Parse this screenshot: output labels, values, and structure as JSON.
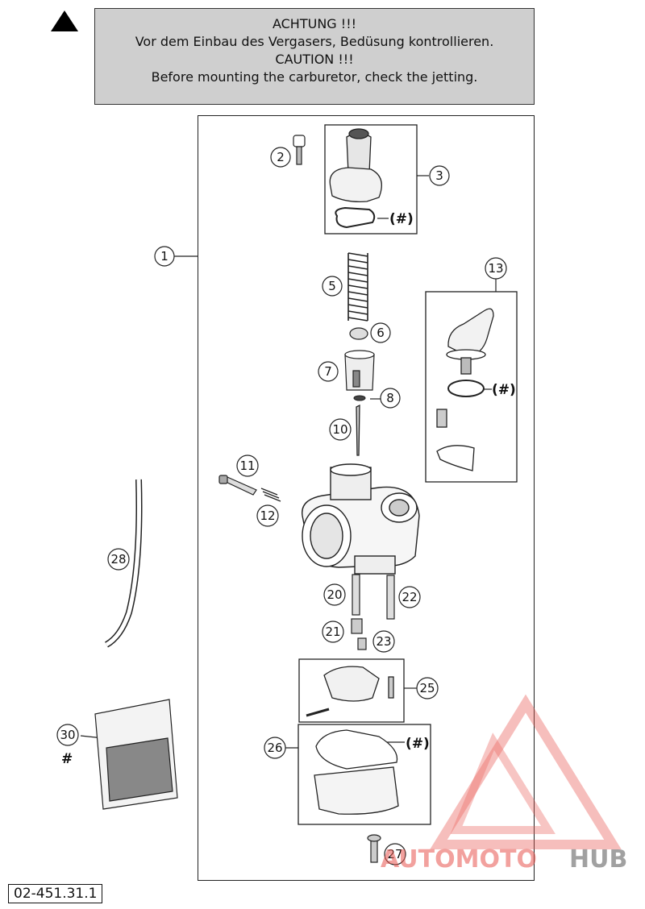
{
  "warning": {
    "line1": "ACHTUNG !!!",
    "line2": "Vor dem Einbau des Vergasers, Bedüsung kontrollieren.",
    "line3": "CAUTION !!!",
    "line4": "Before mounting the carburetor, check the jetting."
  },
  "callouts": {
    "c1": "1",
    "c2": "2",
    "c3": "3",
    "c5": "5",
    "c6": "6",
    "c7": "7",
    "c8": "8",
    "c10": "10",
    "c11": "11",
    "c12": "12",
    "c13": "13",
    "c20": "20",
    "c21": "21",
    "c22": "22",
    "c23": "23",
    "c25": "25",
    "c26": "26",
    "c27": "27",
    "c28": "28",
    "c30": "30"
  },
  "hash_labels": {
    "h3": "(#)",
    "h13": "(#)",
    "h26": "(#)",
    "h30": "#"
  },
  "part_code": "02-451.31.1",
  "watermark": {
    "part1": "AUTOMOTO",
    "part2": "HUB",
    "color_primary": "#e8564f",
    "color_secondary": "#7a7a7a"
  }
}
